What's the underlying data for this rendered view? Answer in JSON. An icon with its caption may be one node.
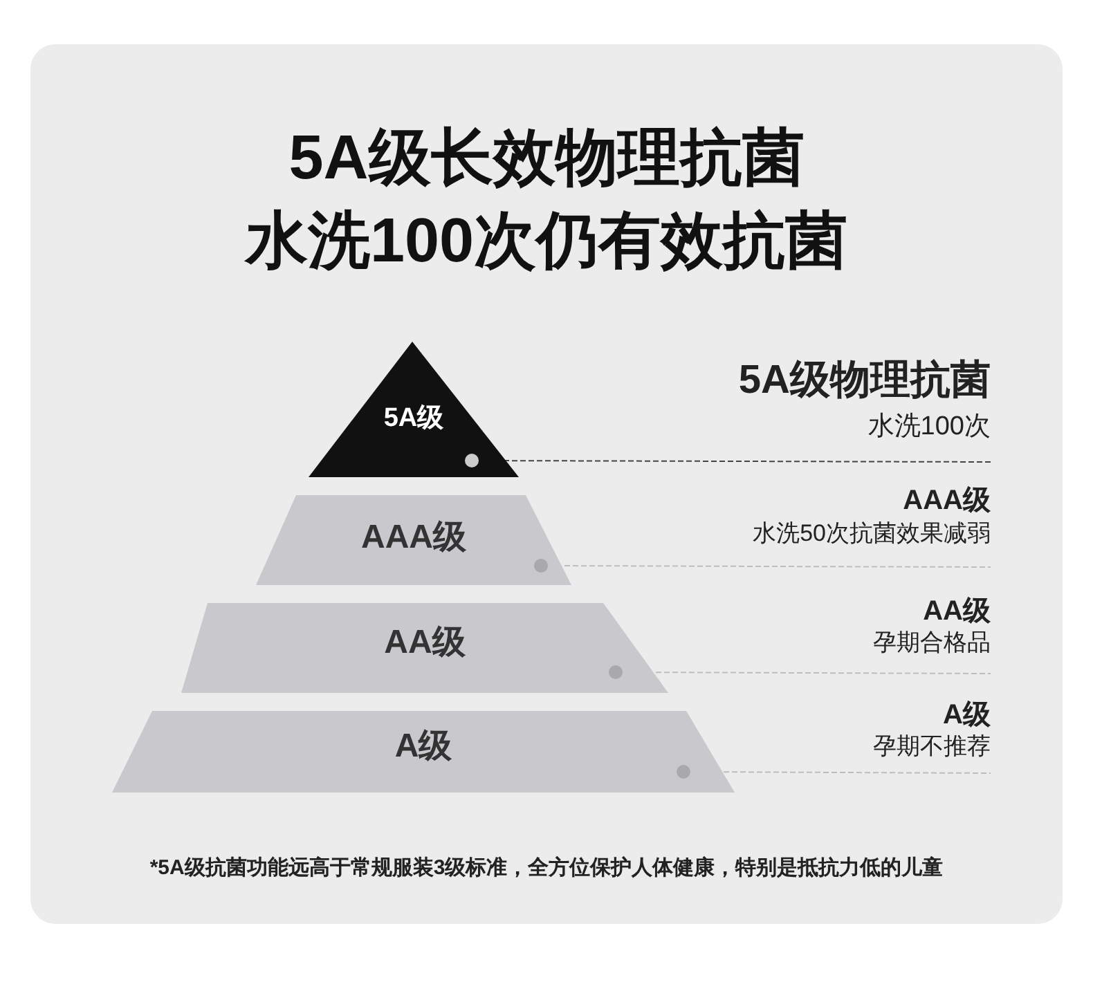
{
  "diagram": {
    "title": "5A级长效物理抗菌水洗100次仍有效抗菌",
    "nodes": [
      {
        "text": [
          "5A级"
        ]
      },
      {
        "text": [
          "AAA级"
        ]
      },
      {
        "text": [
          "AA级"
        ]
      },
      {
        "text": [
          "A级"
        ]
      },
      {
        "text": [
          "5A级物理抗菌",
          "水洗100次"
        ]
      },
      {
        "text": [
          "AAA级",
          "水洗50次抗菌效果减弱"
        ]
      },
      {
        "text": [
          "AA级",
          "孕期合格品"
        ]
      },
      {
        "text": [
          "A级",
          "孕期不推荐"
        ]
      }
    ],
    "edges": [
      {
        "from": 0,
        "to": 4,
        "arrow": "none",
        "style": "dashed",
        "color": "#444444"
      },
      {
        "from": 1,
        "to": 5,
        "arrow": "none",
        "style": "dashed"
      },
      {
        "from": 2,
        "to": 6,
        "arrow": "none",
        "style": "dashed"
      },
      {
        "from": 3,
        "to": 7,
        "arrow": "none",
        "style": "dashed"
      }
    ],
    "labels": [
      "*5A级抗菌功能远高于常规服装3级标准，全方位保护人体健康，特别是抵抗力低的儿童"
    ]
  }
}
